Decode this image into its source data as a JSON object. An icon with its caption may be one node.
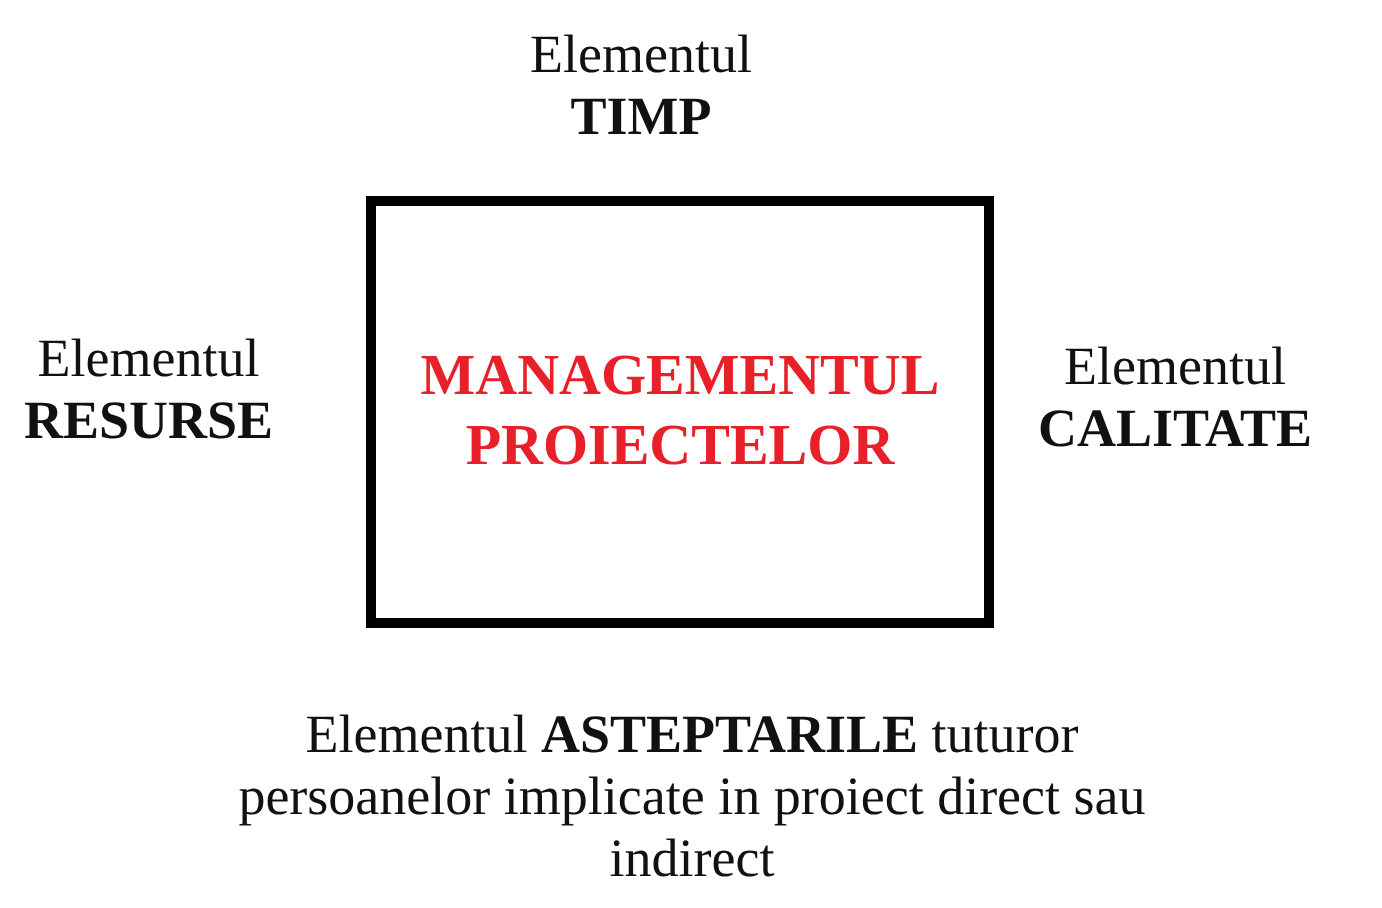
{
  "diagram": {
    "nodes": [
      {
        "text": [
          "MANAGEMENTUL PROIECTELOR"
        ]
      }
    ],
    "labels": [
      "Elementul **TIMP**",
      "Elementul **RESURSE**",
      "Elementul **CALITATE**",
      "Elementul **ASTEPTARILE** tuturor persoanelor implicate in proiect direct sau indirect"
    ]
  }
}
